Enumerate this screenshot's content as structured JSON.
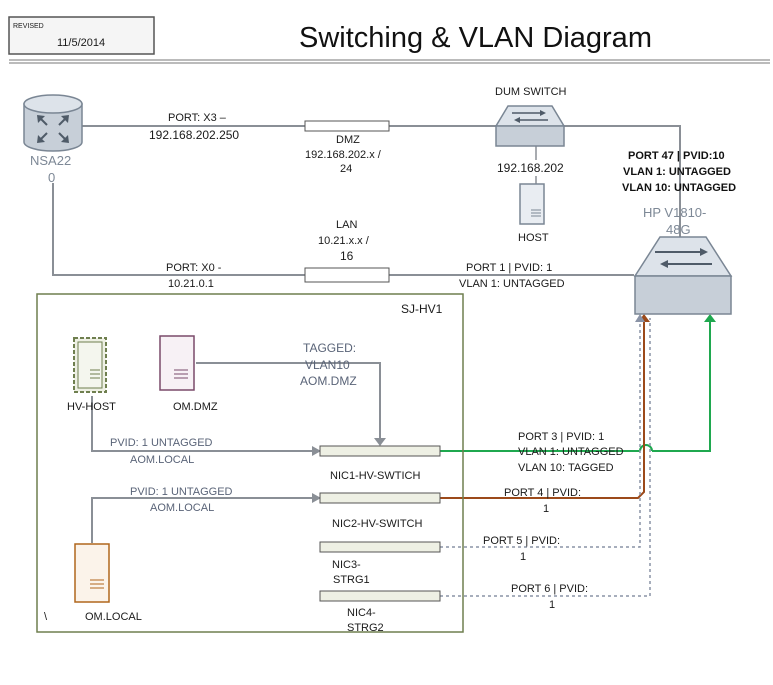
{
  "header": {
    "revised_label": "REVISED",
    "revised_date": "11/5/2014",
    "title": "Switching & VLAN Diagram"
  },
  "devices": {
    "router": {
      "label_1": "NSA22",
      "label_2": "0"
    },
    "dmz_switch": {
      "title": "DUM SWITCH",
      "ip": "192.168.202"
    },
    "host": {
      "label": "HOST"
    },
    "hp_switch": {
      "label_1": "HP V1810-",
      "label_2": "48G"
    },
    "hv_host": {
      "label": "HV-HOST"
    },
    "dmz_vm": {
      "label": "OM.DMZ"
    },
    "local_vm": {
      "label_1": "\\",
      "label_2": "OM.LOCAL"
    }
  },
  "links": {
    "x3": {
      "line_1": "PORT: X3 –",
      "line_2": "192.168.202.250"
    },
    "dmz": {
      "line_1": "DMZ",
      "line_2": "192.168.202.x /",
      "line_3": "24"
    },
    "lan": {
      "line_1": "LAN",
      "line_2": "10.21.x.x /",
      "line_3": "16"
    },
    "x0": {
      "line_1": "PORT: X0  -",
      "line_2": "10.21.0.1"
    },
    "port1": {
      "line_1": "PORT 1 | PVID: 1",
      "line_2": "VLAN 1: UNTAGGED"
    },
    "port47": {
      "line_1": "PORT 47 | PVID:10",
      "line_2": "VLAN 1: UNTAGGED",
      "line_3": "VLAN 10: UNTAGGED"
    },
    "port3": {
      "line_1": "PORT 3 | PVID: 1",
      "line_2": "VLAN 1: UNTAGGED",
      "line_3": "VLAN 10: TAGGED"
    },
    "port4": {
      "line_1": "PORT 4 | PVID:",
      "line_2": "1"
    },
    "port5": {
      "line_1": "PORT 5 | PVID:",
      "line_2": "1"
    },
    "port6": {
      "line_1": "PORT 6 | PVID:",
      "line_2": "1"
    }
  },
  "hv_group": {
    "title": "SJ-HV1",
    "tagged": {
      "line_1": "TAGGED:",
      "line_2": "VLAN10",
      "line_3": "AOM.DMZ"
    },
    "untagged_1": {
      "line_1": "PVID: 1 UNTAGGED",
      "line_2": "AOM.LOCAL"
    },
    "untagged_2": {
      "line_1": "PVID: 1 UNTAGGED",
      "line_2": "AOM.LOCAL"
    },
    "nic1": "NIC1-HV-SWTICH",
    "nic2": "NIC2-HV-SWITCH",
    "nic3": {
      "line_1": "NIC3-",
      "line_2": "STRG1"
    },
    "nic4": {
      "line_1": "NIC4-",
      "line_2": "STRG2"
    }
  },
  "colors": {
    "line_gray": "#8a8f96",
    "green": "#1fa84f",
    "brown": "#9c4a1a",
    "dotted": "#8a93a6",
    "group_border": "#6f7f4f",
    "device_gray": "#7a8694"
  }
}
